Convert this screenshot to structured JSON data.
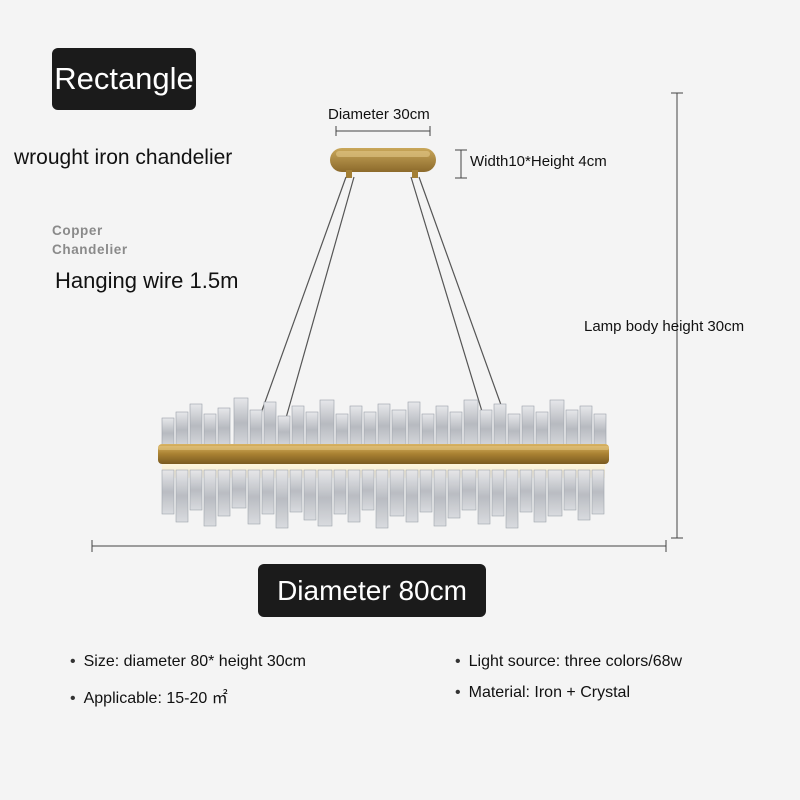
{
  "title": "Rectangle",
  "material_label": "wrought iron chandelier",
  "watermark": "Copper Chandelier",
  "hanging_wire": "Hanging wire 1.5m",
  "dimensions": {
    "canopy_diameter": "Diameter 30cm",
    "canopy_size": "Width10*Height 4cm",
    "body_height": "Lamp body height 30cm",
    "main_diameter": "Diameter 80cm"
  },
  "specs": {
    "size": "Size: diameter 80* height 30cm",
    "applicable": "Applicable: 15-20 ㎡",
    "light_source": "Light source: three colors/68w",
    "material": "Material: Iron + Crystal"
  },
  "colors": {
    "badge_bg": "#1b1b1b",
    "gold": "#b8923f",
    "crystal": "#c9ccd0"
  }
}
